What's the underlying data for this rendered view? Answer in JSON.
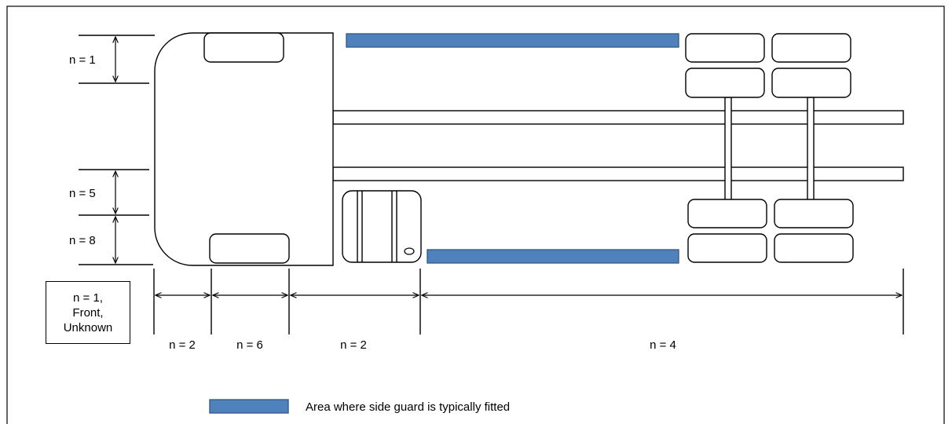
{
  "left_labels": {
    "top": "n = 1",
    "middle": "n = 5",
    "bottom": "n = 8"
  },
  "note_box": {
    "line1": "n = 1,",
    "line2": "Front,",
    "line3": "Unknown"
  },
  "bottom_labels": {
    "seg1": "n = 2",
    "seg2": "n = 6",
    "seg3": "n = 2",
    "seg4": "n = 4"
  },
  "legend": {
    "label": "Area where side guard is typically fitted",
    "color": "#4f81bd",
    "border_color": "#385d8a"
  }
}
